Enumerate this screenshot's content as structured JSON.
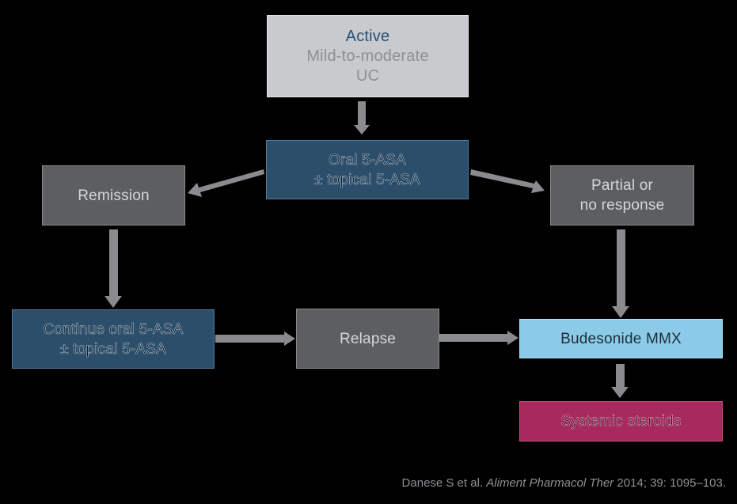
{
  "nodes": {
    "active": {
      "title": "Active",
      "line1": "Mild-to-moderate",
      "line2": "UC"
    },
    "oral": {
      "line1": "Oral 5-ASA",
      "line2": "± topical 5-ASA"
    },
    "remission": {
      "label": "Remission"
    },
    "partial": {
      "line1": "Partial or",
      "line2": "no response"
    },
    "continue": {
      "line1": "Continue oral 5-ASA",
      "line2": "± topical 5-ASA"
    },
    "relapse": {
      "label": "Relapse"
    },
    "budesonide": {
      "label": "Budesonide MMX"
    },
    "steroids": {
      "label": "Systemic steroids"
    }
  },
  "citation": {
    "authors": "Danese S et al.",
    "journal": "Aliment Pharmacol Ther",
    "details": "2014; 39: 1095–103."
  },
  "colors": {
    "background": "#000000",
    "grey_box": "#5d5e60",
    "teal_box": "#2b4e6b",
    "active_box": "#c8cacd",
    "blue_box": "#8ccbe8",
    "magenta_box": "#a62a5e",
    "arrow": "#8a8b8e"
  }
}
